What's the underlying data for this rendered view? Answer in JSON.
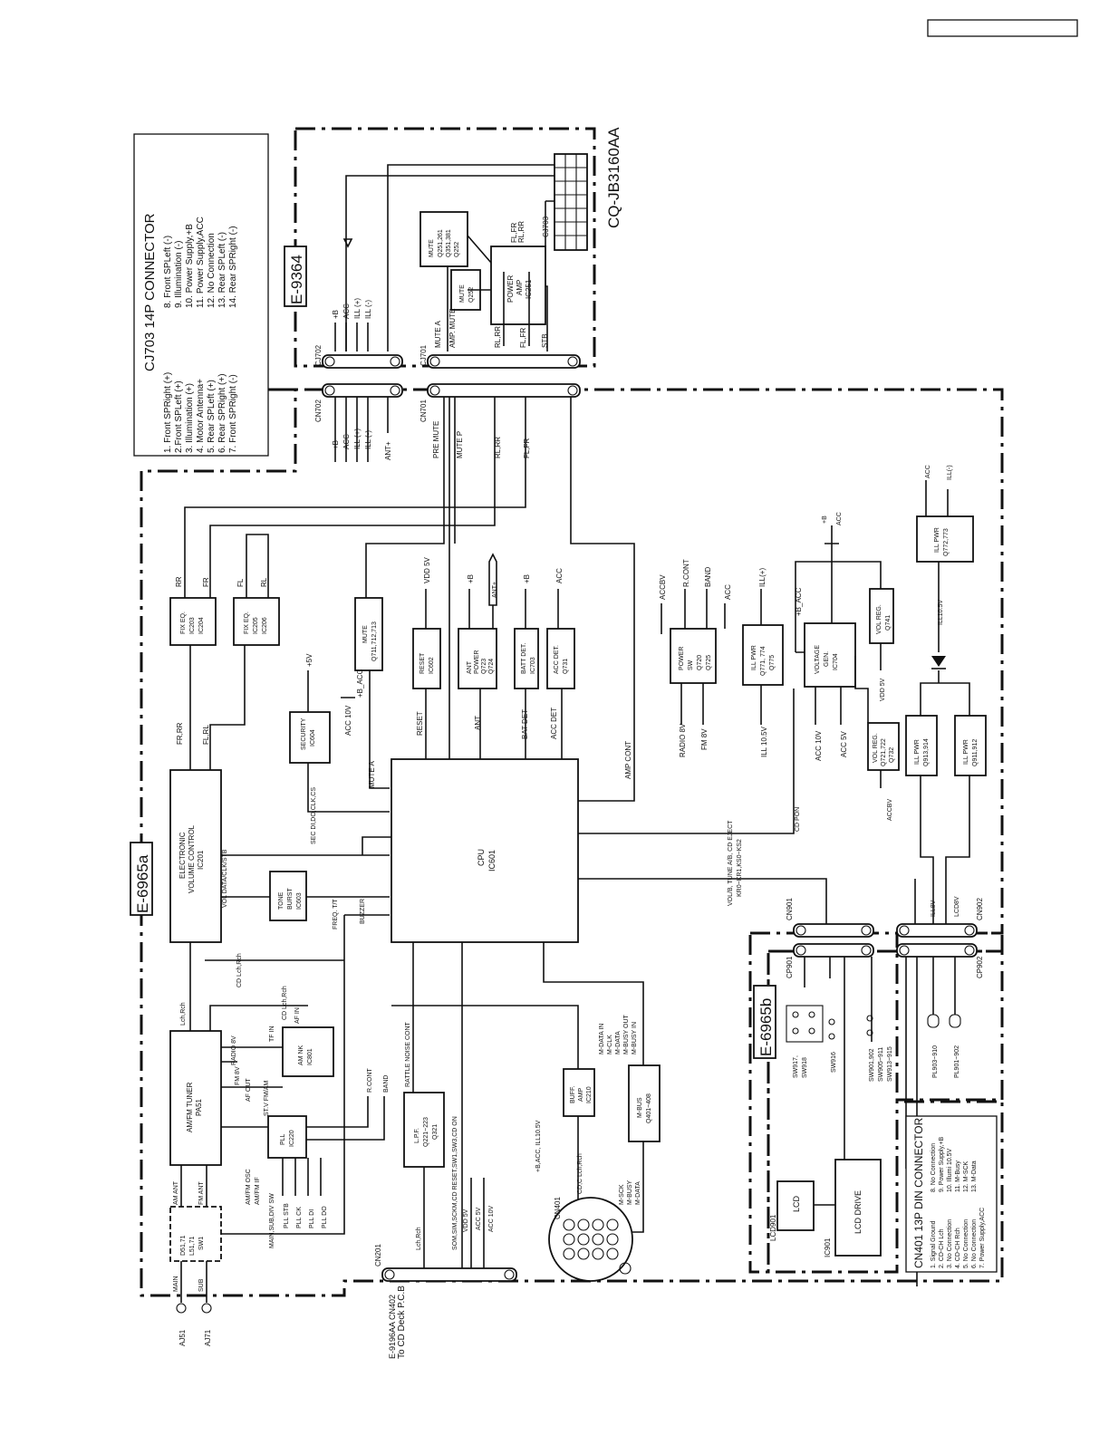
{
  "header_box": "",
  "model": "CQ-JB3160AA",
  "boards": {
    "e9364": "E-9364",
    "e6965a": "E-6965a",
    "e6965b": "E-6965b"
  },
  "cj703": {
    "title": "CJ703 14P CONNECTOR",
    "left": [
      "1. Front SPRight (+)",
      "2.Front SPLeft (+)",
      "3. Illumination (+)",
      "4. Motor Antenna+",
      "5. Rear SPLeft (+)",
      "6. Rear SPRight (+)",
      "7. Front SPRight (-)"
    ],
    "right": [
      "8. Front SPLeft (-)",
      "9. Illumination (-)",
      "10. Power Supply,+B",
      "11. Power Supply,ACC",
      "12. No Connection",
      "13. Rear SPLeft (-)",
      "14. Rear SPRight (-)"
    ]
  },
  "cn401": {
    "title": "CN401 13P DIN CONNECTOR",
    "left": [
      "1. Signal Ground",
      "2. CD-CH Lch",
      "3. No Connection",
      "4. CD-CH Rch",
      "5. No Connection",
      "6. No Connection",
      "7. Power Supply,ACC"
    ],
    "right": [
      "8. No Connection",
      "9. Power Supply,+B",
      "10. Illumi 10.5V",
      "11. M-Busy",
      "12. M-SCK",
      "13. M-Data",
      ""
    ]
  },
  "blocks": {
    "power_amp": [
      "POWER",
      "AMP",
      "IC251"
    ],
    "mute1": [
      "MUTE",
      "Q251,261",
      "Q351,381",
      "Q252"
    ],
    "mute2": [
      "MUTE",
      "Q252"
    ],
    "cpu": [
      "CPU",
      "IC601"
    ],
    "evc": [
      "ELECTRONIC",
      "VOLUME CONTROL",
      "IC201"
    ],
    "tuner": [
      "AM/FM TUNER",
      "PA51"
    ],
    "fixeq1": [
      "FIX EQ.",
      "IC203",
      "IC204"
    ],
    "fixeq2": [
      "FIX EQ.",
      "IC205",
      "IC206"
    ],
    "mute3": [
      "MUTE",
      "Q711,712,713"
    ],
    "security": [
      "SECURITY",
      "IC604"
    ],
    "tone": [
      "TONE",
      "BURST",
      "IC603"
    ],
    "reset": [
      "RESET",
      "IC602"
    ],
    "antpow": [
      "ANT",
      "POWER",
      "Q723",
      "Q724"
    ],
    "batdet": [
      "BATT DET.",
      "IC703"
    ],
    "accdet": [
      "ACC DET.",
      "Q731"
    ],
    "powersw": [
      "POWER",
      "SW",
      "Q720",
      "Q725"
    ],
    "illpwr1": [
      "ILL PWR",
      "Q771, 774",
      "Q775"
    ],
    "voltgen": [
      "VOLTAGE",
      "GEN.",
      "IC704"
    ],
    "volreg1": [
      "VOL REG.",
      "Q741"
    ],
    "volreg2": [
      "VOL REG.",
      "Q721,722",
      "Q732"
    ],
    "illpwr2": [
      "ILL PWR",
      "Q772,773"
    ],
    "illpwr3": [
      "ILL PWR",
      "Q913,914"
    ],
    "illpwr4": [
      "ILL PWR",
      "Q911,912"
    ],
    "amnk": [
      "AM NK",
      "IC801"
    ],
    "pll": [
      "PLL",
      "IC220"
    ],
    "lpf": [
      "L.P.F.",
      "Q221~223",
      "Q321"
    ],
    "buff": [
      "BUFF.",
      "AMP",
      "IC210"
    ],
    "mbus": [
      "M-BUS",
      "Q401~408"
    ],
    "sw": [
      "D51,71",
      "L51,71",
      "SW1"
    ],
    "lcd": "LCD",
    "lcddrive": "LCD DRIVE"
  },
  "labels": {
    "cj702": "CJ702",
    "cj701": "CJ701",
    "cn702": "CN702",
    "cn701": "CN701",
    "cn901": "CN901",
    "cn902": "CN902",
    "cp901": "CP901",
    "cp902": "CP902",
    "cn401": "CN401",
    "cn201": "CN201",
    "cj703s": "CJ703",
    "lcd901": "LCD901",
    "ic901": "IC901",
    "aj51": "AJ51",
    "aj71": "AJ71",
    "main": "MAIN",
    "sub": "SUB",
    "amant": "AM ANT",
    "fmant": "FM ANT",
    "to_cd": "To CD Deck P.C.B",
    "e9196": "E-9196AA CN402",
    "sw_a": "SW917,",
    "sw_b": "SW918",
    "sw916": "SW916",
    "sw_c": "SW901,902",
    "sw_d": "SW905~911",
    "sw_e": "SW913~915",
    "pl_a": "PL903~910",
    "pl_b": "PL901~902",
    "pb": "+B",
    "acc": "ACC",
    "illp": "ILL (+)",
    "illm": "ILL (-)",
    "antp": "ANT+",
    "vdd5": "VDD 5V",
    "p5v": "+5V",
    "acc10": "ACC 10V",
    "pbacc": "+B_ACC",
    "accbv": "ACCBV",
    "rcont": "R.CONT",
    "band": "BAND",
    "illplus": "ILL(+)",
    "radio8": "RADIO 8V",
    "fm8": "FM 8V",
    "ill105": "ILL 10.5V",
    "acc5": "ACC 5V",
    "vdd5b": "VDD 5V",
    "ill8": "ILL8V",
    "lcd8": "LCD8V",
    "cdpon": "CD PON",
    "ampcont": "AMP CONT",
    "ant": "ANT",
    "batdet": "BAT DET",
    "accdet": "ACC DET",
    "reset": "RESET",
    "premute": "PRE MUTE",
    "mutep": "MUTE P",
    "rlrr": "RL,RR",
    "flfr": "FL,FR",
    "mutea": "MUTE A",
    "ampmute": "AMP. MUTE",
    "stb": "STB",
    "frrr": "FR,RR",
    "flrl": "FL,RL",
    "rr": "RR",
    "fr": "FR",
    "fl": "FL",
    "rl": "RL",
    "secd": "SEC DI,DO,CLK,CS",
    "voldata": "VOL DATA/CLK/STB",
    "freqtt": "FREQ. T/T",
    "buzzer": "BUZZER",
    "cdlch": "CD Lch,Rch",
    "cdlch2": "CD Lch,Rch",
    "lchrch": "Lch,Rch",
    "afin": "AF IN",
    "tfin": "TF IN",
    "afout": "AF OUT",
    "stvfm": "ST.V FM/AM",
    "rattle": "RATTLE NOISE CONT",
    "volb": "VOL/B, TUNE A/B, CD EJECT",
    "kr": "KR0~KR1,KS0~KS2",
    "mdatain": "M-DATA IN",
    "mclk": "M-CLK",
    "mdataa": "M-DATA",
    "mbusyout": "M-BUSY OUT",
    "mbusyin": "M-BUSY IN",
    "cdclch": "CD,C Lch,Rch",
    "pbacc2": "+B,ACC, ILL10.5V",
    "msck": "M-SCK",
    "mbusy": "M-BUSY",
    "mdata": "M-DATA",
    "somsim": "SOM,SIM,SCKM,CD RESET,SW1,SW3,CD ON",
    "amfmosc": "AM/FM OSC",
    "amfmif": "AM/FM IF",
    "pllstb": "PLL STB",
    "pllck": "PLL CK",
    "plldi": "PLL DI",
    "plldo": "PLL DO",
    "mainsub": "MAIN,SUB,DIV SW",
    "vdd5c": "VDD 5V",
    "acc5c": "ACC 5V",
    "acc10c": "ACC 10V",
    "illl05": "ILL10.5V",
    "ill_minus": "ILL(-)",
    "acc_r": "ACC",
    "rcont2": "R.CONT",
    "band2": "BAND",
    "accbv2": "ACCBV",
    "acc_p": "ACC",
    "pb_a": "+B",
    "acc_a": "ACC",
    "pb_b": "+B",
    "acc_b": "ACC",
    "antp2": "ANT+"
  }
}
